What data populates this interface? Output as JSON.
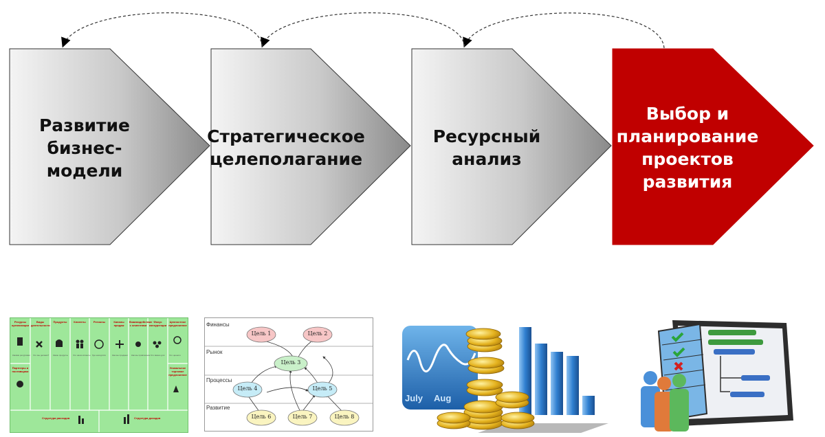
{
  "colors": {
    "step_gray_light": "#f2f2f2",
    "step_gray_dark": "#8c8c8c",
    "step_active": "#c00000",
    "canvas_green": "#9ee79a",
    "canvas_header": "#c00000"
  },
  "steps": [
    {
      "label": "Развитие\nбизнес-модели",
      "active": false
    },
    {
      "label": "Стратегическое\nцелеполагание",
      "active": false
    },
    {
      "label": "Ресурсный\nанализ",
      "active": false
    },
    {
      "label": "Выбор и\nпланирование\nпроектов\nразвития",
      "active": true
    }
  ],
  "business_canvas": {
    "headers": [
      "Ресурсы организации",
      "Виды деятельности",
      "Продукты",
      "Клиенты",
      "Регионы",
      "Каналы продаж",
      "Взаимодействие с клиентами",
      "Фокус конкуренции",
      "Ценностное предложение"
    ],
    "row2_left": "Партнеры и поставщики",
    "row2_right": "Уникальное торговое предложение",
    "bottom_cost": "Структура расходов",
    "bottom_revenue": "Структура доходов"
  },
  "goal_tree": {
    "levels": [
      "Финансы",
      "Рынок",
      "Процессы",
      "Развитие"
    ],
    "goals": [
      "Цель 1",
      "Цель 2",
      "Цель 3",
      "Цель 4",
      "Цель 5",
      "Цель 6",
      "Цель 7",
      "Цель 8"
    ]
  },
  "resource_picture": {
    "months": [
      "July",
      "Aug"
    ]
  },
  "icons": {
    "analytics": "coins-and-bar-chart-icon",
    "planning": "checklist-gantt-people-icon"
  }
}
